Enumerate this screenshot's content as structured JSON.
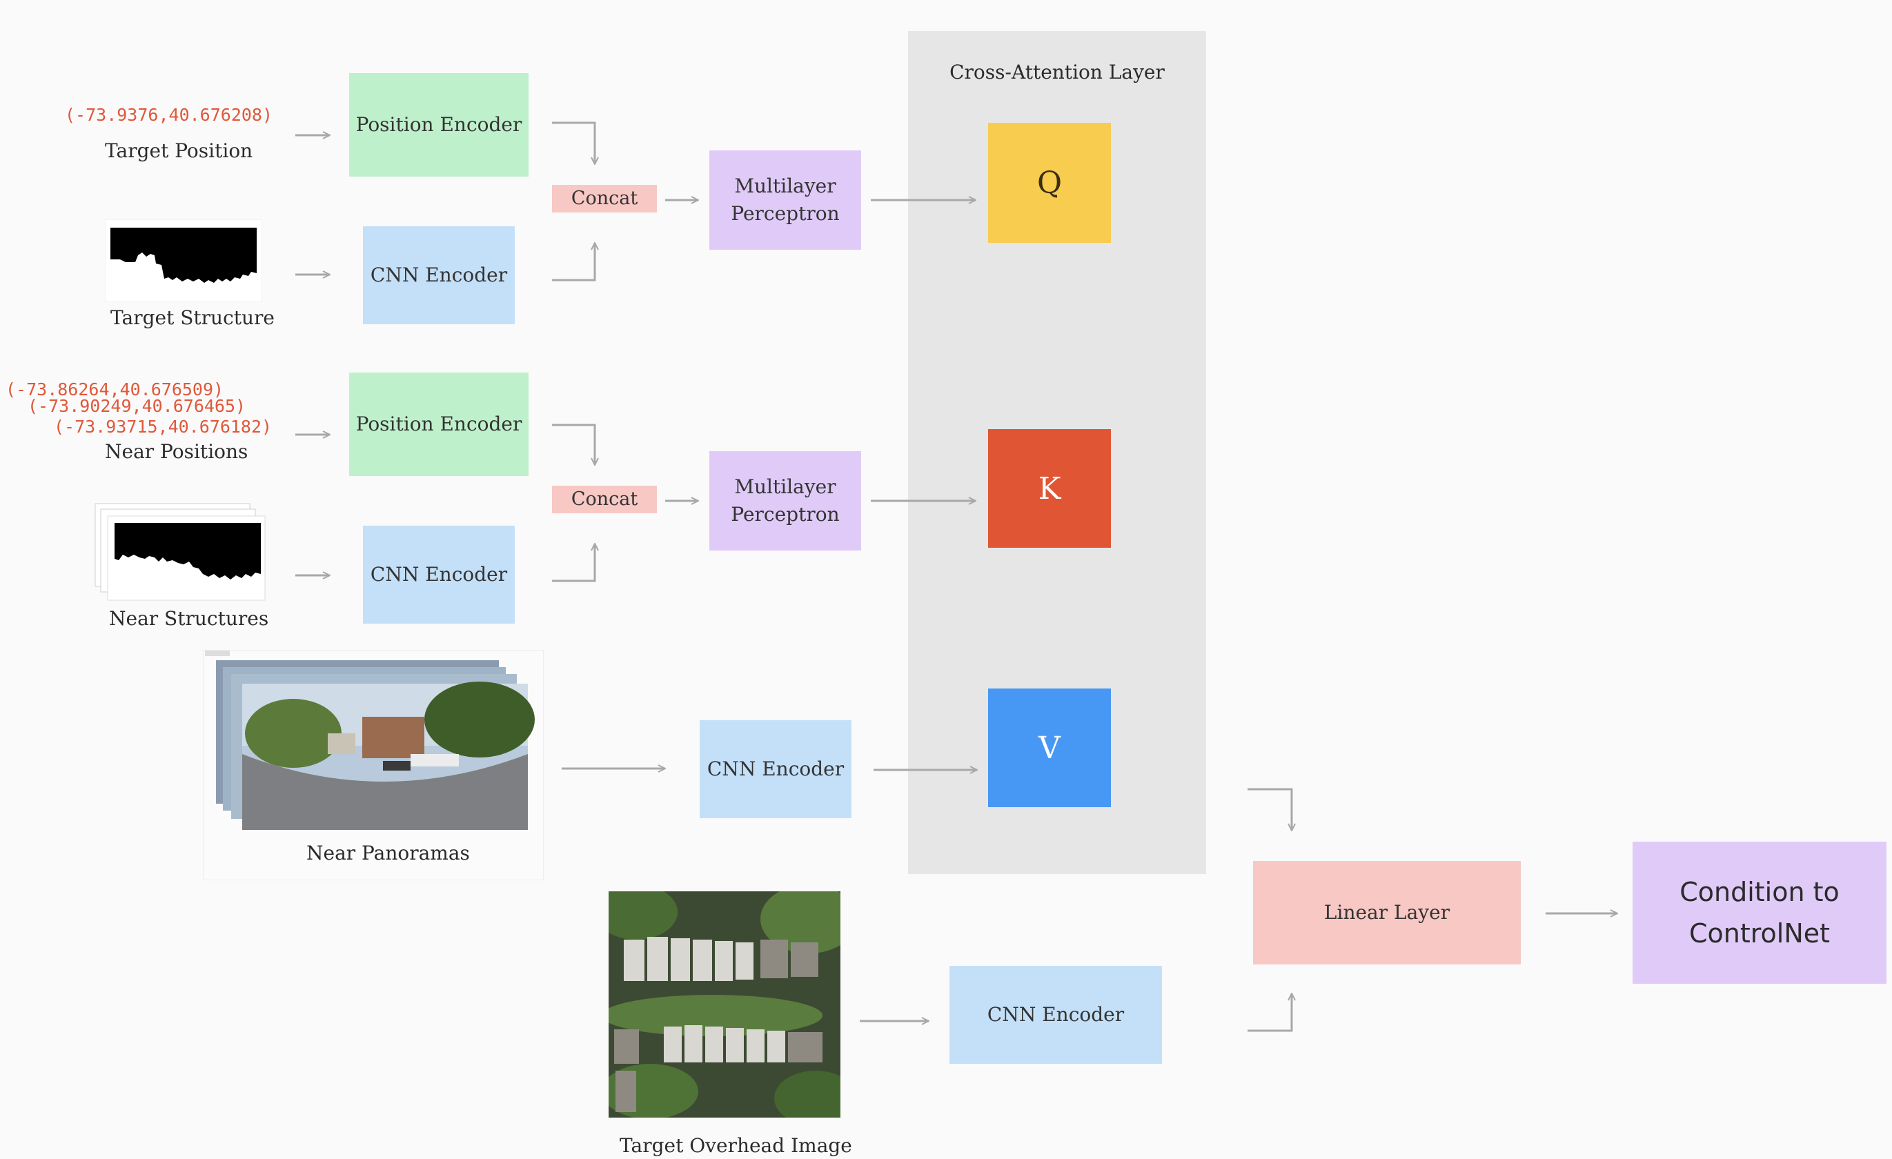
{
  "attention": {
    "title": "Cross-Attention Layer",
    "q": "Q",
    "k": "K",
    "v": "V"
  },
  "target": {
    "position_coord": "(-73.9376,40.676208)",
    "position_label": "Target Position",
    "structure_label": "Target Structure",
    "position_encoder": "Position Encoder",
    "cnn_encoder": "CNN Encoder",
    "concat": "Concat",
    "mlp_line1": "Multilayer",
    "mlp_line2": "Perceptron"
  },
  "near": {
    "coord_1": "(-73.86264,40.676509)",
    "coord_2": "(-73.90249,40.676465)",
    "coord_3": "(-73.93715,40.676182)",
    "positions_label": "Near Positions",
    "structures_label": "Near Structures",
    "position_encoder": "Position Encoder",
    "cnn_encoder": "CNN Encoder",
    "concat": "Concat",
    "mlp_line1": "Multilayer",
    "mlp_line2": "Perceptron",
    "panoramas_label": "Near Panoramas",
    "panorama_cnn_encoder": "CNN Encoder"
  },
  "overhead": {
    "label": "Target Overhead Image",
    "cnn_encoder": "CNN Encoder"
  },
  "output": {
    "linear_layer": "Linear Layer",
    "condition_line1": "Condition to",
    "condition_line2": "ControlNet"
  },
  "colors": {
    "q": "#f7cc4f",
    "k": "#e05533",
    "v": "#4797f5",
    "coord": "#e0583a",
    "arrow": "#a8a8a8",
    "attention_bg": "#e6e6e6"
  }
}
